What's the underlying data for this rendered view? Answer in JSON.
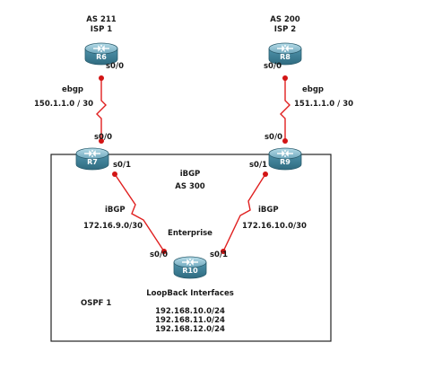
{
  "isp1": {
    "as_label": "AS 211",
    "name_label": "ISP 1"
  },
  "isp2": {
    "as_label": "AS 200",
    "name_label": "ISP 2"
  },
  "routers": {
    "r6": "R6",
    "r8": "R8",
    "r7": "R7",
    "r9": "R9",
    "r10": "R10"
  },
  "interfaces": {
    "r6_s00": "s0/0",
    "r8_s00": "s0/0",
    "r7_s00": "s0/0",
    "r7_s01": "s0/1",
    "r9_s00": "s0/0",
    "r9_s01": "s0/1",
    "r10_s00": "s0/0",
    "r10_s01": "s0/1"
  },
  "links": {
    "left_ebgp": {
      "protocol": "ebgp",
      "subnet": "150.1.1.0 / 30"
    },
    "right_ebgp": {
      "protocol": "ebgp",
      "subnet": "151.1.1.0 / 30"
    },
    "left_ibgp": {
      "protocol": "iBGP",
      "subnet": "172.16.9.0/30"
    },
    "right_ibgp": {
      "protocol": "iBGP",
      "subnet": "172.16.10.0/30"
    }
  },
  "enterprise": {
    "ibgp_label": "iBGP",
    "as_label": "AS 300",
    "name": "Enterprise",
    "ospf_label": "OSPF 1",
    "loopback_title": "LoopBack Interfaces",
    "loopbacks": [
      "192.168.10.0/24",
      "192.168.11.0/24",
      "192.168.12.0/24"
    ]
  },
  "colors": {
    "link": "#e02020",
    "router_body": "#4a8fa8",
    "router_top": "#8fc3d4",
    "endpoint": "#d21414",
    "border": "#222222"
  },
  "icons": [
    "router-icon"
  ]
}
